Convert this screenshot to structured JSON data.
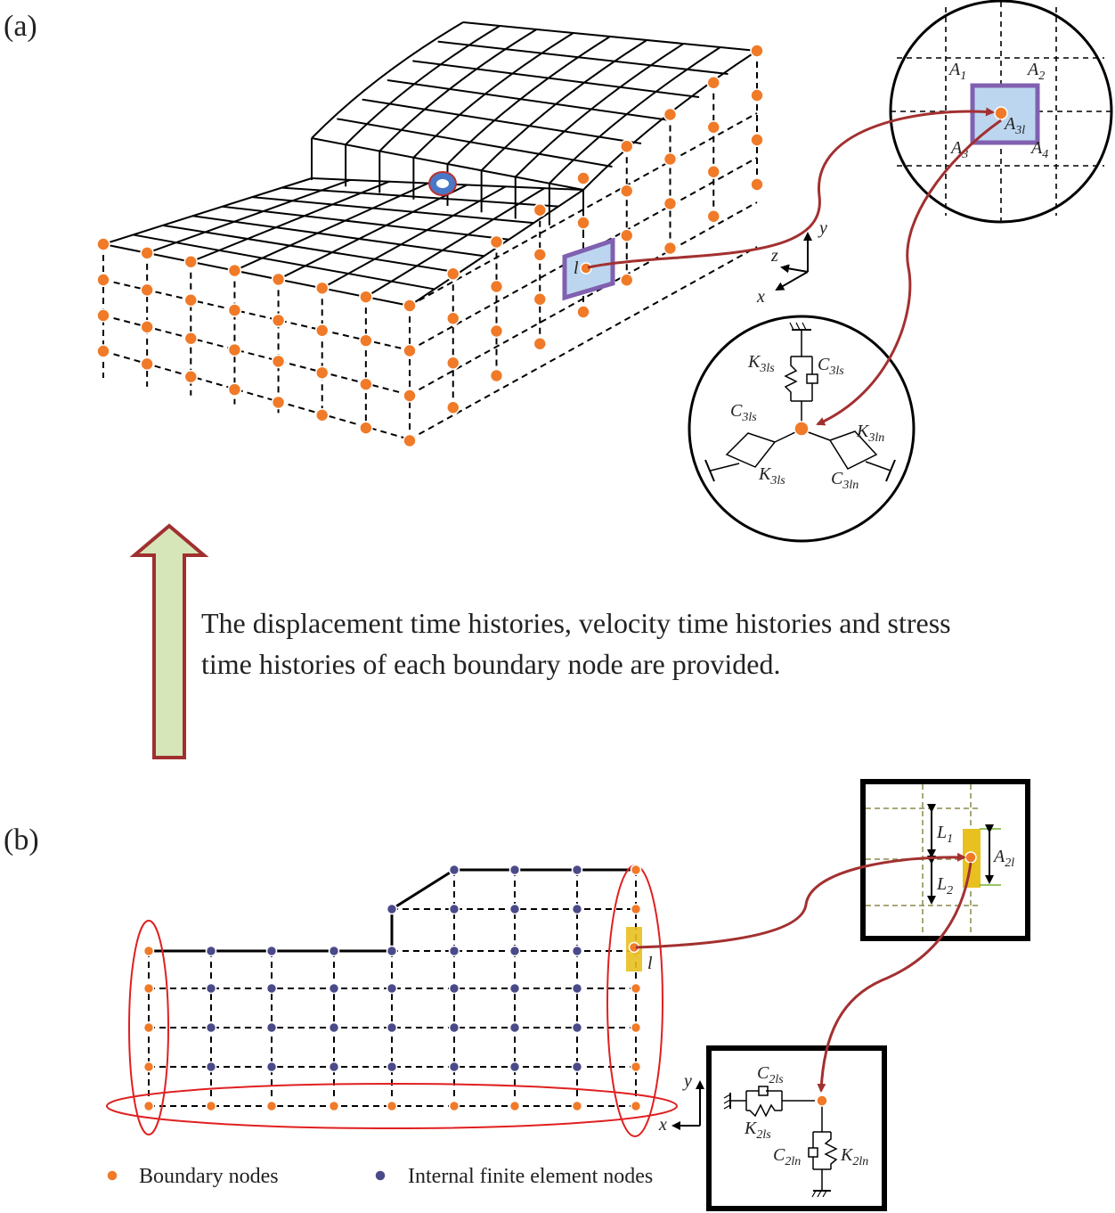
{
  "panels": {
    "a": "(a)",
    "b": "(b)"
  },
  "caption": {
    "line1": "The displacement time histories, velocity time histories and stress",
    "line2": "time histories of each boundary node are provided."
  },
  "panel_a": {
    "node_label": "l",
    "axes": {
      "y": "y",
      "z": "z",
      "x": "x"
    },
    "zoom_labels": {
      "A1": "A",
      "A2": "A",
      "A3": "A",
      "A4": "A",
      "A3l": "A",
      "A1_sub": "1",
      "A2_sub": "2",
      "A3_sub": "3",
      "A4_sub": "4",
      "A3l_sub": "3l"
    },
    "spring_labels": {
      "K_top": "K",
      "K_top_sub": "3ls",
      "C_top": "C",
      "C_top_sub": "3ls",
      "C_left": "C",
      "C_left_sub": "3ls",
      "K_left": "K",
      "K_left_sub": "3ls",
      "K_right": "K",
      "K_right_sub": "3ln",
      "C_right": "C",
      "C_right_sub": "3ln"
    }
  },
  "panel_b": {
    "node_label": "l",
    "axes": {
      "y": "y",
      "x": "x"
    },
    "zoom_labels": {
      "L1": "L",
      "L1_sub": "1",
      "L2": "L",
      "L2_sub": "2",
      "A2l": "A",
      "A2l_sub": "2l"
    },
    "spring_labels": {
      "C_h": "C",
      "C_h_sub": "2ls",
      "K_h": "K",
      "K_h_sub": "2ls",
      "C_v": "C",
      "C_v_sub": "2ln",
      "K_v": "K",
      "K_v_sub": "2ln"
    },
    "legend": {
      "boundary": "Boundary nodes",
      "internal": "Internal finite element nodes"
    }
  },
  "colors": {
    "boundary_node": "#f07a28",
    "internal_node": "#4a4a8a",
    "arrow": "#a33030",
    "highlight_fill": "#bcd6f0",
    "highlight_stroke": "#8060b0",
    "ellipse": "#e02020",
    "yellow": "#e8c020",
    "big_arrow_fill": "#d6e6b8",
    "big_arrow_stroke": "#a03030"
  }
}
